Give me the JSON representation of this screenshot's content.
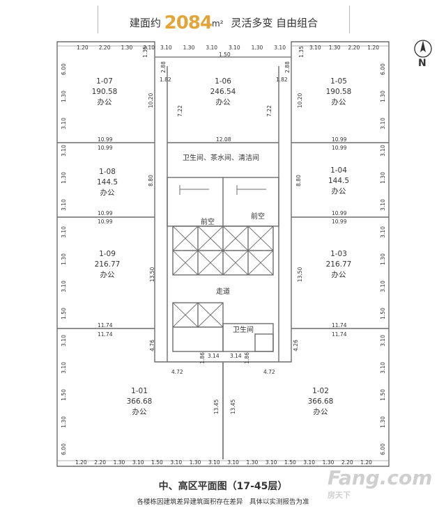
{
  "header": {
    "prefix": "建面约",
    "area": "2084",
    "unit": "m²",
    "slogan": "灵活多变  自由组合"
  },
  "compass": {
    "label": "N"
  },
  "units": [
    {
      "id": "1-07",
      "area": "190.58",
      "use": "办公"
    },
    {
      "id": "1-06",
      "area": "246.54",
      "use": "办公"
    },
    {
      "id": "1-05",
      "area": "190.58",
      "use": "办公"
    },
    {
      "id": "1-08",
      "area": "144.5",
      "use": "办公"
    },
    {
      "id": "1-04",
      "area": "144.5",
      "use": "办公"
    },
    {
      "id": "1-09",
      "area": "216.77",
      "use": "办公"
    },
    {
      "id": "1-03",
      "area": "216.77",
      "use": "办公"
    },
    {
      "id": "1-01",
      "area": "366.68",
      "use": "办公"
    },
    {
      "id": "1-02",
      "area": "366.68",
      "use": "办公"
    }
  ],
  "core": {
    "services": "卫生间、茶水间、清洁间",
    "void": "前空",
    "corridor": "走道",
    "toilet": "卫生间"
  },
  "dims": {
    "top": [
      "1.20",
      "2.20",
      "1.30",
      "3.10",
      "3.10",
      "1.30",
      "3.10",
      "3.10",
      "1.30",
      "3.10",
      "3.10",
      "1.30",
      "2.20",
      "1.20"
    ],
    "mid_top": "1.50",
    "bottom": [
      "1.20",
      "2.20",
      "1.30",
      "3.10",
      "1.50",
      "3.10",
      "1.30",
      "3.10",
      "3.10",
      "1.30",
      "3.10",
      "1.50",
      "3.10",
      "1.30",
      "2.20",
      "1.20"
    ],
    "w1": "10.99",
    "w2": "12.08",
    "w3": "11.74",
    "w4": "4.72",
    "v_a": "10.20",
    "v_b": "7.22",
    "v_c": "8.80",
    "v_d": "13.50",
    "v_e": "13.45",
    "v_f": "4.76",
    "v_g": "4.26",
    "v_h": "1.86",
    "v_i": "3.14",
    "v_j": "2.88",
    "v_k": "1.82",
    "v_l": "1.35",
    "left_side": [
      "6.00",
      "1.30",
      "3.10",
      "3.10",
      "1.30",
      "3.10",
      "3.10",
      "1.30",
      "3.10",
      "1.50",
      "3.10",
      "3.10",
      "1.50",
      "1.30",
      "6.00"
    ],
    "right_side": [
      "6.00",
      "1.30",
      "3.10",
      "3.10",
      "1.30",
      "3.10",
      "3.10",
      "1.30",
      "3.10",
      "1.50",
      "3.10",
      "3.10",
      "1.50",
      "1.30",
      "6.00"
    ]
  },
  "title": "中、高区平面图（17-45层）",
  "note": "各楼栋因建筑差异建筑面积存在差异　具体以实测报告为准",
  "watermark": {
    "brand": "Fang",
    "suffix": ".com",
    "cn": "房天下"
  }
}
